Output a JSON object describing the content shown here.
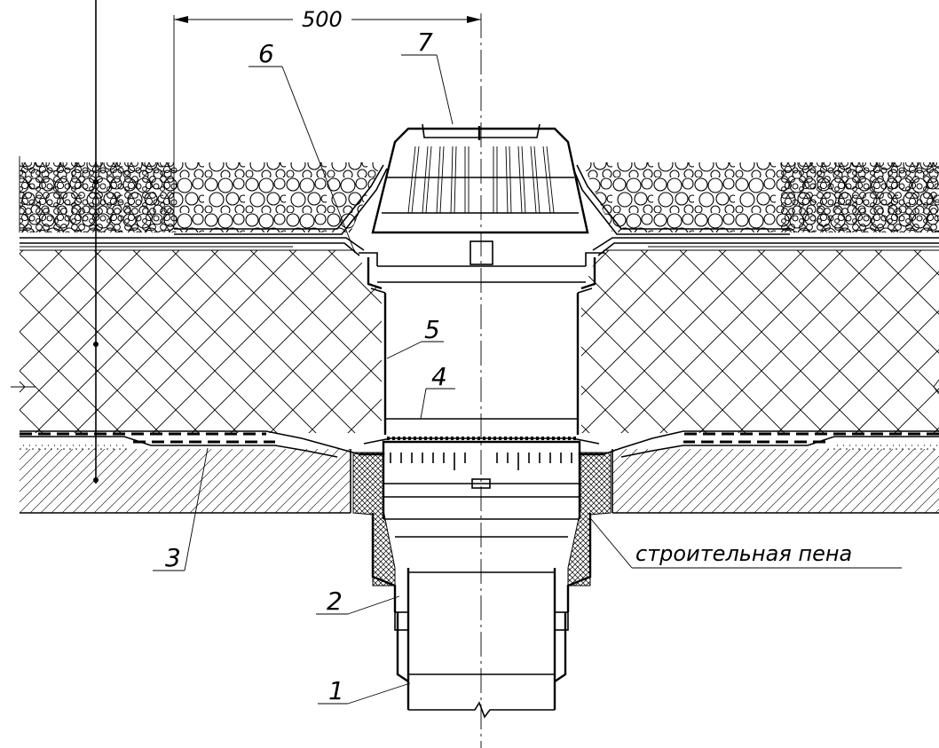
{
  "dimension": {
    "value": "500"
  },
  "callouts": [
    "1",
    "2",
    "3",
    "4",
    "5",
    "6",
    "7"
  ],
  "note": "строительная пена"
}
